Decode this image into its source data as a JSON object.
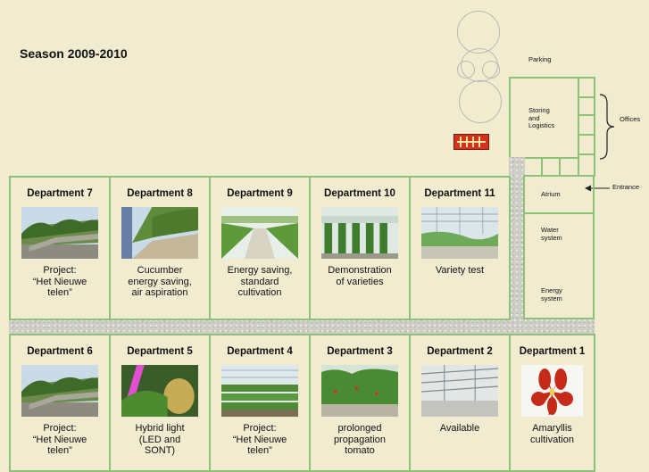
{
  "title": "Season 2009-2010",
  "labels": {
    "parking": "Parking",
    "storing": "Storing\nand\nLogistics",
    "offices": "Offices",
    "entrance": "Entrance",
    "atrium": "Atrium",
    "water": "Water\nsystem",
    "energy": "Energy\nsystem"
  },
  "departments_top": [
    {
      "name": "Department 7",
      "caption": "Project:\n“Het Nieuwe\ntelen”",
      "image": "greenhouse-exterior"
    },
    {
      "name": "Department 8",
      "caption": "Cucumber\nenergy saving,\nair aspiration",
      "image": "cucumber-rows"
    },
    {
      "name": "Department 9",
      "caption": "Energy saving,\nstandard\ncultivation",
      "image": "crop-path"
    },
    {
      "name": "Department 10",
      "caption": "Demonstration\nof varieties",
      "image": "tomato-rows"
    },
    {
      "name": "Department 11",
      "caption": "Variety test",
      "image": "greenhouse-interior"
    }
  ],
  "departments_bottom": [
    {
      "name": "Department 6",
      "caption": "Project:\n“Het Nieuwe\ntelen”",
      "image": "greenhouse-exterior"
    },
    {
      "name": "Department 5",
      "caption": "Hybrid light\n(LED and\nSONT)",
      "image": "led-lights"
    },
    {
      "name": "Department 4",
      "caption": "Project:\n“Het Nieuwe\ntelen”",
      "image": "seedling-beds"
    },
    {
      "name": "Department 3",
      "caption": "prolonged\npropagation\ntomato",
      "image": "tomato-plants"
    },
    {
      "name": "Department 2",
      "caption": "Available",
      "image": "empty-greenhouse"
    },
    {
      "name": "Department 1",
      "caption": "Amaryllis\ncultivation",
      "image": "amaryllis-flower"
    }
  ]
}
